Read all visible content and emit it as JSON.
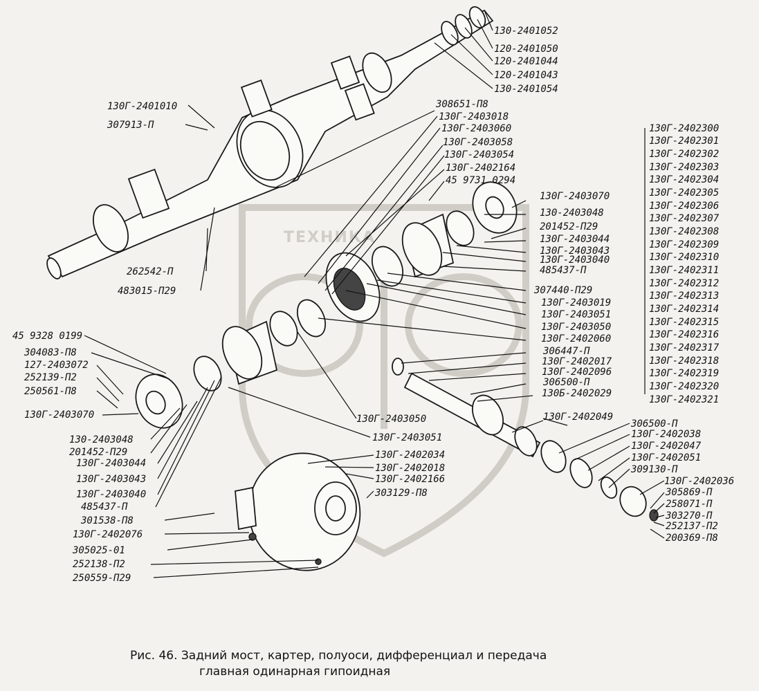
{
  "watermark": {
    "text": "ТЕХНИКА"
  },
  "labels": {
    "l1": "130-2401052",
    "l2": "120-2401050",
    "l3": "120-2401044",
    "l4": "120-2401043",
    "l5": "130-2401054",
    "l6": "130Г-2401010",
    "l7": "307913-П",
    "l8": "308651-П8",
    "l9": "130Г-2403018",
    "l10": "130Г-2403060",
    "l11": "130Г-2403058",
    "l12": "130Г-2403054",
    "l13": "130Г-2402164",
    "l14": "45 9731 0294",
    "l15": "130Г-2403070",
    "l16": "130-2403048",
    "l17": "201452-П29",
    "l18": "130Г-2403044",
    "l19": "130Г-2403043",
    "l20": "130Г-2403040",
    "l21": "485437-П",
    "l22": "262542-П",
    "l23": "483015-П29",
    "l24": "307440-П29",
    "l25": "130Г-2403019",
    "l26": "130Г-2403051",
    "l27": "130Г-2403050",
    "l28": "130Г-2402060",
    "l29": "306447-П",
    "l30": "130Г-2402017",
    "l31": "130Г-2402096",
    "l32": "306500-П",
    "l33": "130Б-2402029",
    "l34": "45 9328 0199",
    "l35": "304083-П8",
    "l36": "127-2403072",
    "l37": "252139-П2",
    "l38": "250561-П8",
    "l39": "130Г-2403070",
    "l40": "130-2403048",
    "l41": "201452-П29",
    "l42": "130Г-2403044",
    "l43": "130Г-2403043",
    "l44": "130Г-2403040",
    "l45": "485437-П",
    "l46": "301538-П8",
    "l47": "130Г-2402076",
    "l48": "305025-01",
    "l49": "252138-П2",
    "l50": "250559-П29",
    "l51": "130Г-2403050",
    "l52": "130Г-2403051",
    "l53": "130Г-2402034",
    "l54": "130Г-2402018",
    "l55": "130Г-2402166",
    "l56": "303129-П8",
    "l57": "130Г-2402049",
    "l58": "306500-П",
    "l59": "130Г-2402038",
    "l60": "130Г-2402047",
    "l61": "130Г-2402051",
    "l62": "309130-П",
    "l63": "130Г-2402036",
    "l64": "305869-П",
    "l65": "258071-П",
    "l66": "303270-П",
    "l67": "252137-П2",
    "l68": "200369-П8"
  },
  "shims": [
    "130Г-2402300",
    "130Г-2402301",
    "130Г-2402302",
    "130Г-2402303",
    "130Г-2402304",
    "130Г-2402305",
    "130Г-2402306",
    "130Г-2402307",
    "130Г-2402308",
    "130Г-2402309",
    "130Г-2402310",
    "130Г-2402311",
    "130Г-2402312",
    "130Г-2402313",
    "130Г-2402314",
    "130Г-2402315",
    "130Г-2402316",
    "130Г-2402317",
    "130Г-2402318",
    "130Г-2402319",
    "130Г-2402320",
    "130Г-2402321"
  ],
  "caption": {
    "line1": "Рис. 46. Задний мост, картер, полуоси, дифференциал и передача",
    "line2": "главная одинарная гипоидная"
  }
}
